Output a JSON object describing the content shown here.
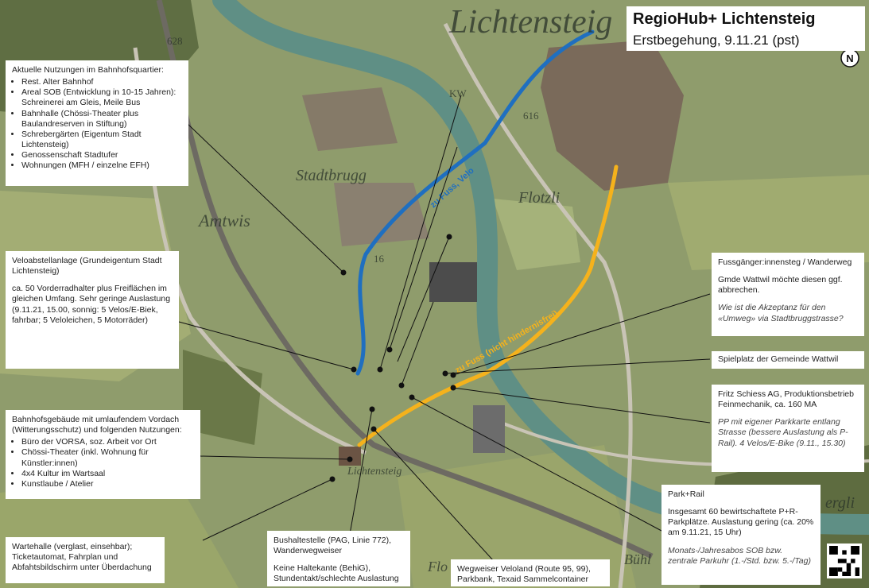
{
  "title": {
    "main": "RegioHub+ Lichtensteig",
    "sub": "Erstbegehung, 9.11.21 (pst)"
  },
  "map_labels": {
    "lichtensteig_top": "Lichtensteig",
    "stadtbrugg": "Stadtbrugg",
    "amtwis": "Amtwis",
    "flotzli": "Flotzli",
    "lichtensteig_station": "Lichtensteig",
    "north": "N",
    "alt_628": "628",
    "alt_616": "616",
    "road_16": "16",
    "kw": "KW",
    "bergli": "ergli",
    "buel": "Bühl",
    "flo": "Flo"
  },
  "routes": {
    "velo_label": "zu Fuss, Velo",
    "fuss_label": "zu Fuss (nicht hindernisfrei)",
    "velo_color": "#1f6fc0",
    "fuss_color": "#f5b21c"
  },
  "boxes": {
    "nutzungen": {
      "heading": "Aktuelle Nutzungen im Bahnhofsquartier:",
      "items": [
        "Rest. Alter Bahnhof",
        "Areal SOB (Entwicklung in 10-15 Jahren): Schreinerei am Gleis, Meile Bus",
        "Bahnhalle (Chössi-Theater plus Baulandreserven in Stiftung)",
        "Schrebergärten (Eigentum Stadt Lichtensteig)",
        "Genossenschaft Stadtufer",
        "Wohnungen (MFH / einzelne EFH)"
      ]
    },
    "velo": {
      "p1": "Veloabstellanlage (Grundeigentum Stadt Lichtensteig)",
      "p2": "ca. 50 Vorderradhalter plus Freiflächen im gleichen Umfang. Sehr geringe Auslastung (9.11.21, 15.00, sonnig: 5 Velos/E-Biek, fahrbar; 5 Veloleichen, 5 Motorräder)"
    },
    "bahnhof": {
      "heading": "Bahnhofsgebäude mit umlaufendem Vordach (Witterungsschutz) und folgenden Nutzungen:",
      "items": [
        "Büro der VORSA, soz. Arbeit vor Ort",
        "Chössi-Theater (inkl. Wohnung für Künstler:innen)",
        "4x4 Kultur im Wartsaal",
        "Kunstlaube / Atelier"
      ]
    },
    "wartehalle": {
      "p1": "Wartehalle (verglast, einsehbar); Ticketautomat, Fahrplan und Abfahtsbildschirm unter Überdachung"
    },
    "bus": {
      "p1": "Bushaltestelle (PAG, Linie 772), Wanderwegweiser",
      "p2": "Keine Haltekante (BehiG), Stundentakt/schlechte Auslastung"
    },
    "wegweiser": {
      "p1": "Wegweiser Veloland (Route 95, 99), Parkbank, Texaid Sammelcontainer"
    },
    "fuss": {
      "p1": "Fussgänger:innensteg / Wanderweg",
      "p2": "Gmde Wattwil möchte diesen ggf. abbrechen.",
      "p3": "Wie ist die Akzeptanz für den «Umweg» via Stadtbruggstrasse?"
    },
    "spielplatz": {
      "p1": "Spielplatz der Gemeinde Wattwil"
    },
    "fritz": {
      "p1": "Fritz Schiess AG, Produktionsbetrieb Feinmechanik, ca. 160 MA",
      "p2": "PP mit eigener Parkkarte entlang Strasse (bessere Auslastung als P-Rail). 4 Velos/E-Bike (9.11., 15.30)"
    },
    "park": {
      "p1": "Park+Rail",
      "p2": "Insgesamt 60 bewirtschaftete P+R-Parkplätze. Auslastung gering (ca. 20% am 9.11.21, 15 Uhr)",
      "p3": "Monats-/Jahresabos SOB bzw. zentrale Parkuhr (1.-/Std. bzw. 5.-/Tag)"
    }
  }
}
